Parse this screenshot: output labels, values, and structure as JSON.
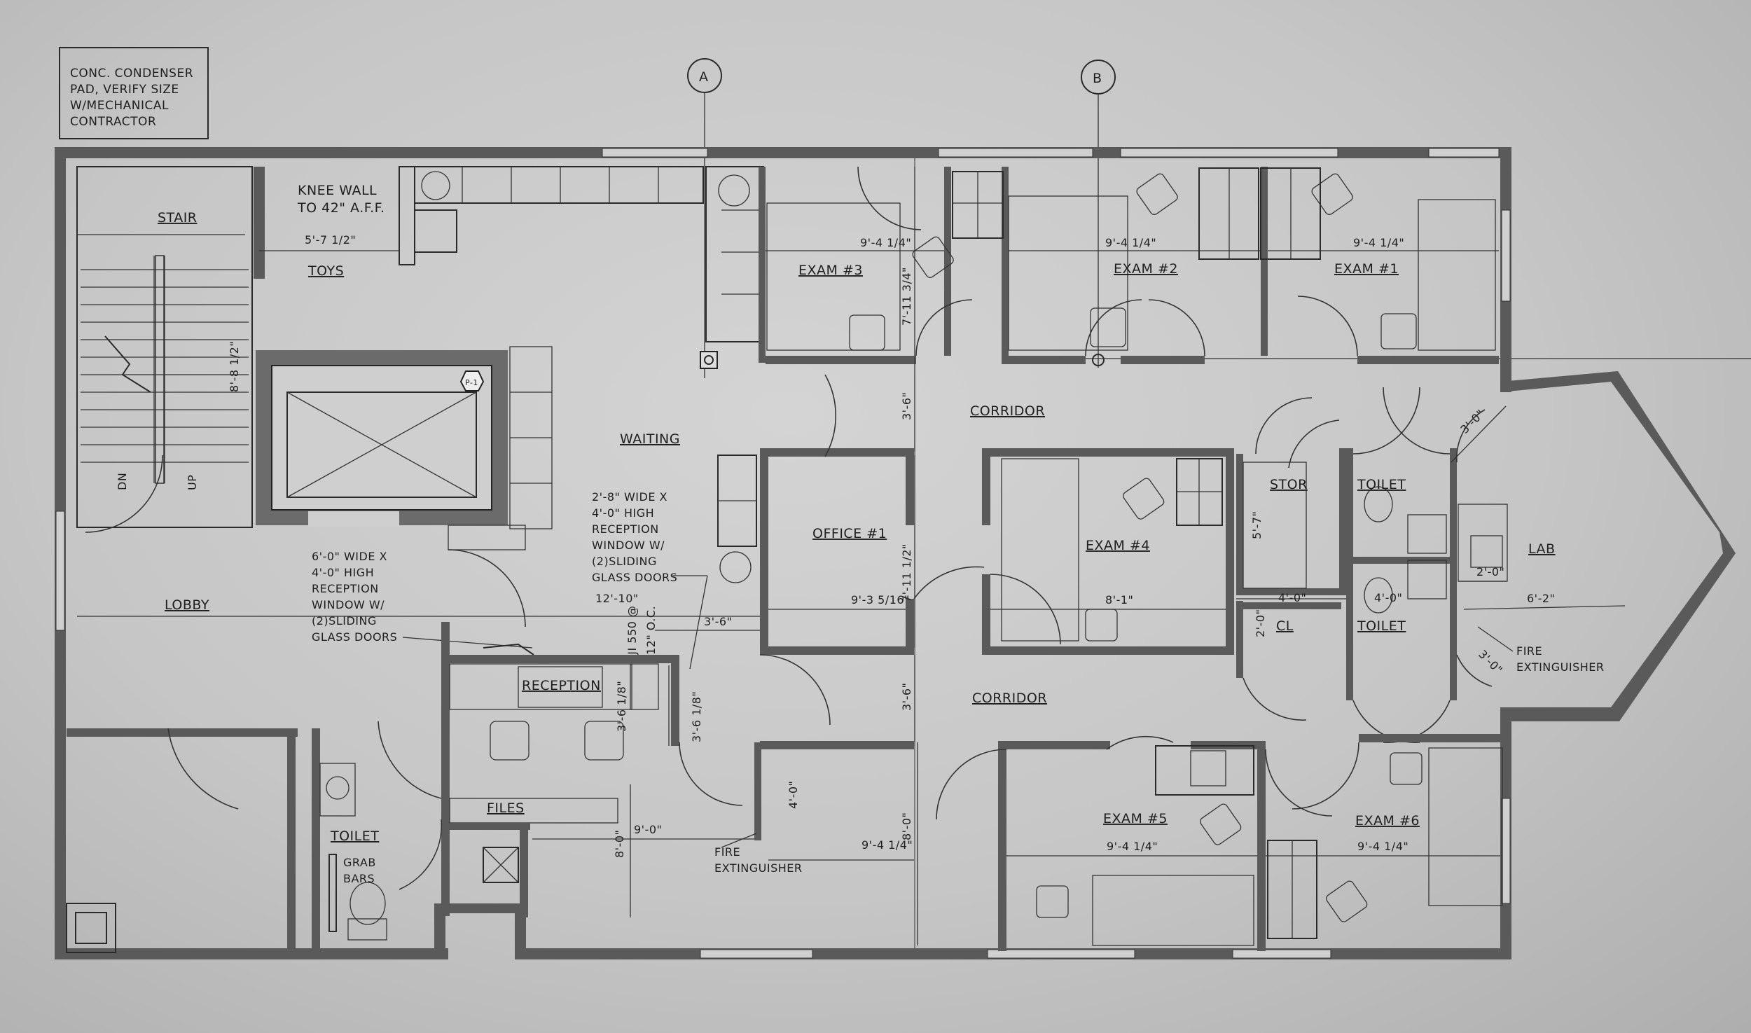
{
  "note_box": [
    "CONC. CONDENSER",
    "PAD, VERIFY SIZE",
    "W/MECHANICAL",
    "CONTRACTOR"
  ],
  "grid_markers": [
    "A",
    "B"
  ],
  "rooms": {
    "stair": "STAIR",
    "toys": "TOYS",
    "waiting": "WAITING",
    "lobby": "LOBBY",
    "exam3": "EXAM #3",
    "exam2": "EXAM #2",
    "exam1": "EXAM #1",
    "corridor_top": "CORRIDOR",
    "corridor_bottom": "CORRIDOR",
    "office1": "OFFICE #1",
    "exam4": "EXAM #4",
    "stor": "STOR",
    "toilet_upper": "TOILET",
    "toilet_lower": "TOILET",
    "cl": "CL",
    "lab": "LAB",
    "reception": "RECEPTION",
    "files": "FILES",
    "toilet_lobby": "TOILET",
    "exam5": "EXAM #5",
    "exam6": "EXAM #6"
  },
  "notes": {
    "knee_wall": [
      "KNEE WALL",
      "TO 42\" A.F.F."
    ],
    "reception_window_1": [
      "6'-0\" WIDE X",
      "4'-0\" HIGH",
      "RECEPTION",
      "WINDOW W/",
      "(2)SLIDING",
      "GLASS DOORS"
    ],
    "reception_window_2": [
      "2'-8\" WIDE X",
      "4'-0\" HIGH",
      "RECEPTION",
      "WINDOW W/",
      "(2)SLIDING",
      "GLASS DOORS"
    ],
    "grab_bars": [
      "GRAB",
      "BARS"
    ],
    "fire_ext_1": [
      "FIRE",
      "EXTINGUISHER"
    ],
    "fire_ext_2": [
      "FIRE",
      "EXTINGUISHER"
    ],
    "stair_dn": "DN",
    "stair_up": "UP",
    "p1": "P-1"
  },
  "dimensions": {
    "toys_width": "5'-7 1/2\"",
    "exam3_width": "9'-4 1/4\"",
    "exam2_width": "9'-4 1/4\"",
    "exam1_width": "9'-4 1/4\"",
    "exam_depth": "7'-11 3/4\"",
    "corridor_top": "3'-6\"",
    "office_width": "9'-3 5/16\"",
    "office_depth": "7'-11 1/2\"",
    "exam4_width": "8'-1\"",
    "stor_depth": "5'-7\"",
    "lab_3ft": "3'-0\"",
    "lab_2ft": "2'-0\"",
    "lab_6ft": "6'-2\"",
    "toilet_4ft": "4'-0\"",
    "cl_2ft": "2'-0\"",
    "cl_4ft": "4'-0\"",
    "lab_3ft_lower": "3'-0\"",
    "waiting_12ft": "12'-10\"",
    "waiting_3_6": "3'-6\"",
    "tji": "TJI 550 @",
    "oc": "12\" O.C.",
    "recep_3_6": "3'-6 1/8\"",
    "recep_3_6b": "3'-6 1/8\"",
    "corridor_bottom": "3'-6\"",
    "files_9ft": "9'-0\"",
    "files_8ft": "8'-0\"",
    "fire_4ft": "4'-0\"",
    "hall_8ft": "8'-0\"",
    "hall_9ft": "9'-4 1/4\"",
    "exam5_width": "9'-4 1/4\"",
    "exam6_width": "9'-4 1/4\"",
    "stair_dim": "8'-8 1/2\""
  }
}
